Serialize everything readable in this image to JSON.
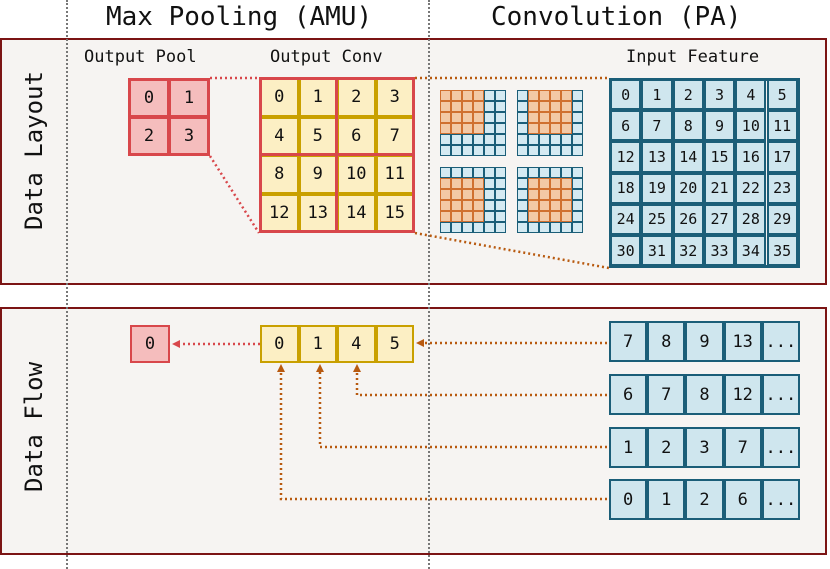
{
  "titles": {
    "left": "Max Pooling (AMU)",
    "right": "Convolution (PA)"
  },
  "layout_panel": {
    "label": "Data Layout",
    "output_pool_label": "Output Pool",
    "output_conv_label": "Output Conv",
    "input_feature_label": "Input Feature",
    "pool_values": [
      "0",
      "1",
      "2",
      "3"
    ],
    "conv_values": [
      "0",
      "1",
      "2",
      "3",
      "4",
      "5",
      "6",
      "7",
      "8",
      "9",
      "10",
      "11",
      "12",
      "13",
      "14",
      "15"
    ],
    "input_values": [
      "0",
      "1",
      "2",
      "3",
      "4",
      "5",
      "6",
      "7",
      "8",
      "9",
      "10",
      "11",
      "12",
      "13",
      "14",
      "15",
      "16",
      "17",
      "18",
      "19",
      "20",
      "21",
      "22",
      "23",
      "24",
      "25",
      "26",
      "27",
      "28",
      "29",
      "30",
      "31",
      "32",
      "33",
      "34",
      "35"
    ]
  },
  "flow_panel": {
    "label": "Data Flow",
    "pool_value": "0",
    "conv_values": [
      "0",
      "1",
      "4",
      "5"
    ],
    "input_rows": [
      [
        "7",
        "8",
        "9",
        "13",
        "..."
      ],
      [
        "6",
        "7",
        "8",
        "12",
        "..."
      ],
      [
        "1",
        "2",
        "3",
        "7",
        "..."
      ],
      [
        "0",
        "1",
        "2",
        "6",
        "..."
      ]
    ]
  },
  "colors": {
    "pool_fill": "#f5bdbd",
    "pool_border": "#d8474b",
    "conv_fill": "#fcefc4",
    "conv_border": "#c9a000",
    "input_fill": "#cfe6ee",
    "input_border": "#1b5e78",
    "kernel_fill": "#f3c9a6",
    "kernel_border": "#d07030",
    "panel_border": "#7b1414",
    "arrow": "#b85a10"
  }
}
